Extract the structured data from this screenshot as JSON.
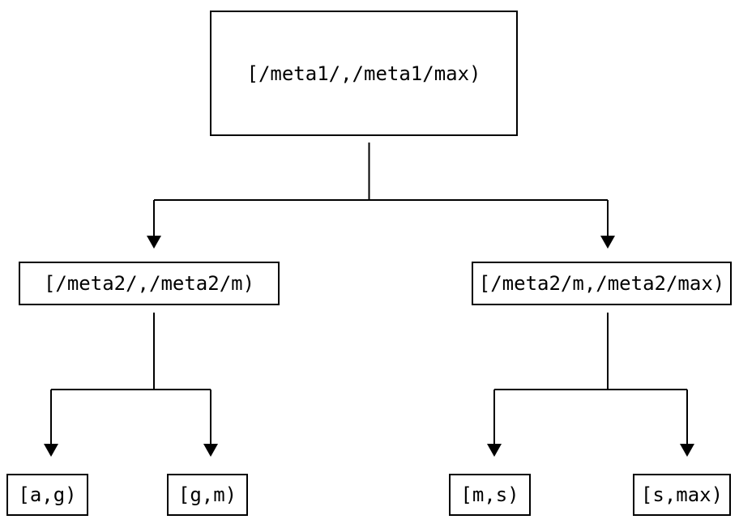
{
  "diagram": {
    "type": "binary-interval-partition-tree",
    "background_color": "#ffffff",
    "line_color": "#000000",
    "text_color": "#000000",
    "nodes": {
      "root": {
        "label": "[/meta1/,/meta1/max)"
      },
      "mid_left": {
        "label": "[/meta2/,/meta2/m)"
      },
      "mid_right": {
        "label": "[/meta2/m,/meta2/max)"
      },
      "leaf_ag": {
        "label": "[a,g)"
      },
      "leaf_gm": {
        "label": "[g,m)"
      },
      "leaf_ms": {
        "label": "[m,s)"
      },
      "leaf_smax": {
        "label": "[s,max)"
      }
    },
    "edges": [
      {
        "from": "root",
        "to": "mid_left"
      },
      {
        "from": "root",
        "to": "mid_right"
      },
      {
        "from": "mid_left",
        "to": "leaf_ag"
      },
      {
        "from": "mid_left",
        "to": "leaf_gm"
      },
      {
        "from": "mid_right",
        "to": "leaf_ms"
      },
      {
        "from": "mid_right",
        "to": "leaf_smax"
      }
    ]
  }
}
